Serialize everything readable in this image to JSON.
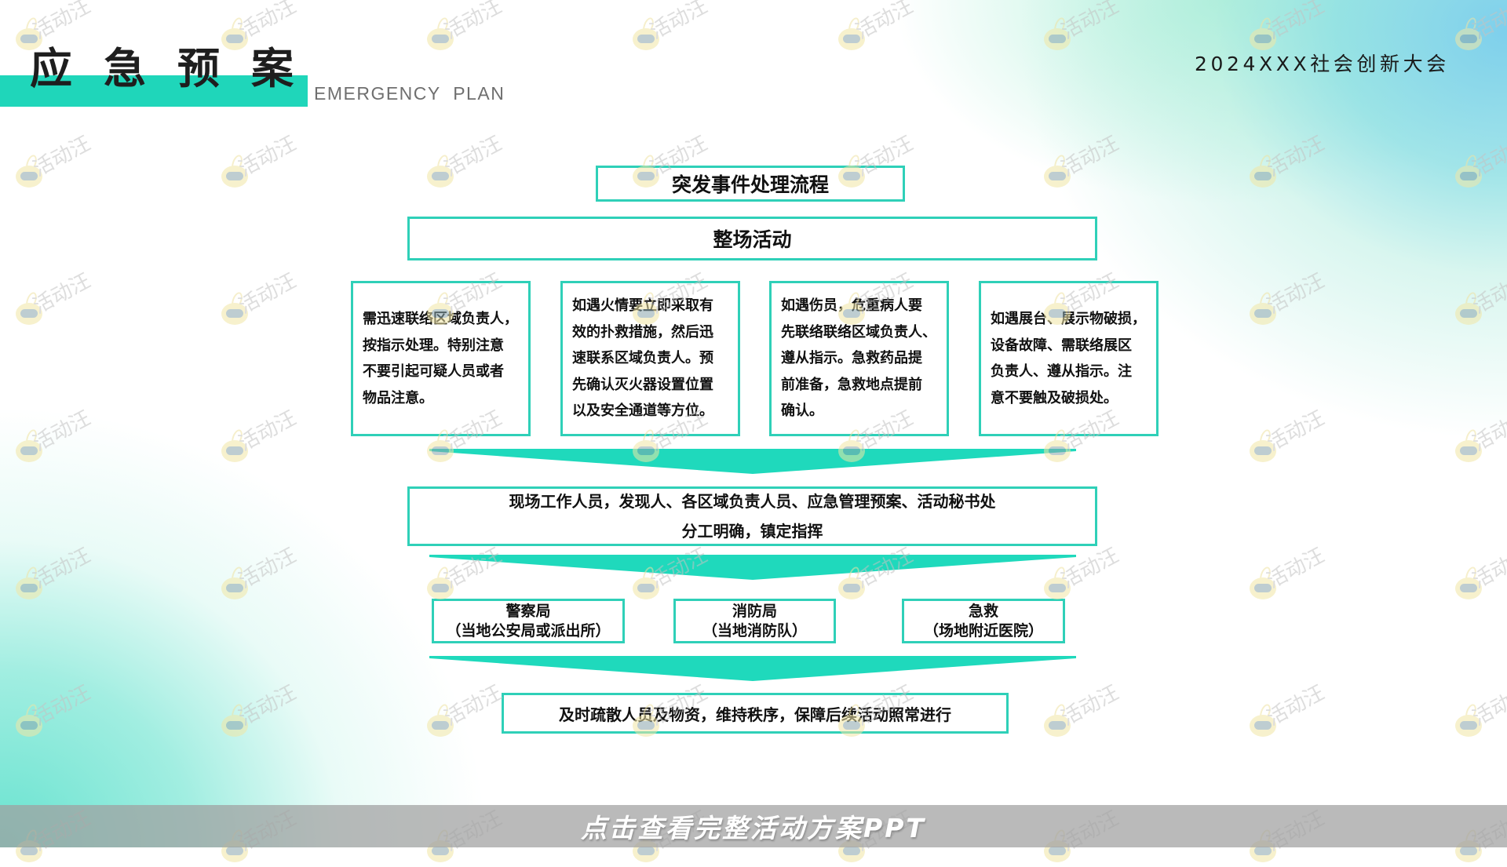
{
  "header": {
    "title": "应急预案",
    "subtitle": "EMERGENCY  PLAN",
    "event_name": "2024XXX社会创新大会"
  },
  "colors": {
    "accent": "#1fd6ba",
    "border": "#2fd0b8",
    "text": "#111111",
    "banner_gray": "#b4b4b4"
  },
  "flowchart": {
    "title": "突发事件处理流程",
    "scope": "整场活动",
    "cases": [
      {
        "lines": [
          "需迅速联络区域负责人，",
          "按指示处理。特别注意",
          "不要引起可疑人员或者",
          "物品注意。"
        ]
      },
      {
        "lines": [
          "如遇火情要立即采取有",
          "效的扑救措施，然后迅",
          "速联系区域负责人。预",
          "先确认灭火器设置位置",
          "以及安全通道等方位。"
        ]
      },
      {
        "lines": [
          "如遇伤员，危重病人要",
          "先联络联络区域负责人、",
          "遵从指示。急救药品提",
          "前准备，急救地点提前",
          "确认。"
        ]
      },
      {
        "lines": [
          "如遇展台、展示物破损，",
          "设备故障、需联络展区",
          "负责人、遵从指示。注",
          "意不要触及破损处。"
        ]
      }
    ],
    "staff": {
      "line1": "现场工作人员，发现人、各区域负责人员、应急管理预案、活动秘书处",
      "line2": "分工明确，镇定指挥"
    },
    "agencies": [
      {
        "name": "警察局",
        "detail": "（当地公安局或派出所）"
      },
      {
        "name": "消防局",
        "detail": "（当地消防队）"
      },
      {
        "name": "急救",
        "detail": "（场地附近医院）"
      }
    ],
    "result": "及时疏散人员及物资，维持秩序，保障后续活动照常进行"
  },
  "watermark": {
    "text": "活动汪",
    "icon": "bunny-mascot-icon"
  },
  "banner": {
    "label": "点击查看完整活动方案PPT"
  }
}
